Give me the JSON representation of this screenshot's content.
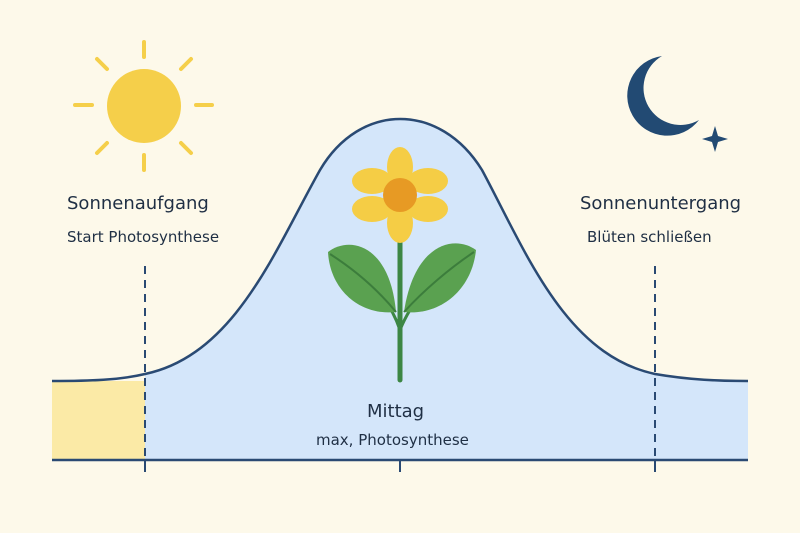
{
  "colors": {
    "background": "#fdf9ea",
    "curve_fill": "#d4e6fa",
    "curve_line": "#2a4a73",
    "morning_fill": "#fbeaa6",
    "sun": "#f5cf4a",
    "moon": "#224a73",
    "petal": "#f5cd45",
    "flower_center": "#e79a24",
    "stem": "#3d8744",
    "leaf": "#5aa150",
    "leaf_vein": "#3c7d3c"
  },
  "icons": {
    "sun": "sun-icon",
    "moon": "crescent-moon-icon",
    "star": "star-icon",
    "flower": "flower-icon"
  },
  "labels": {
    "sunrise": {
      "title": "Sonnenaufgang",
      "subtitle": "Start Photosynthese"
    },
    "noon": {
      "title": "Mittag",
      "subtitle": "max, Photosynthese"
    },
    "sunset": {
      "title": "Sonnenuntergang",
      "subtitle": "Blüten schließen"
    }
  }
}
